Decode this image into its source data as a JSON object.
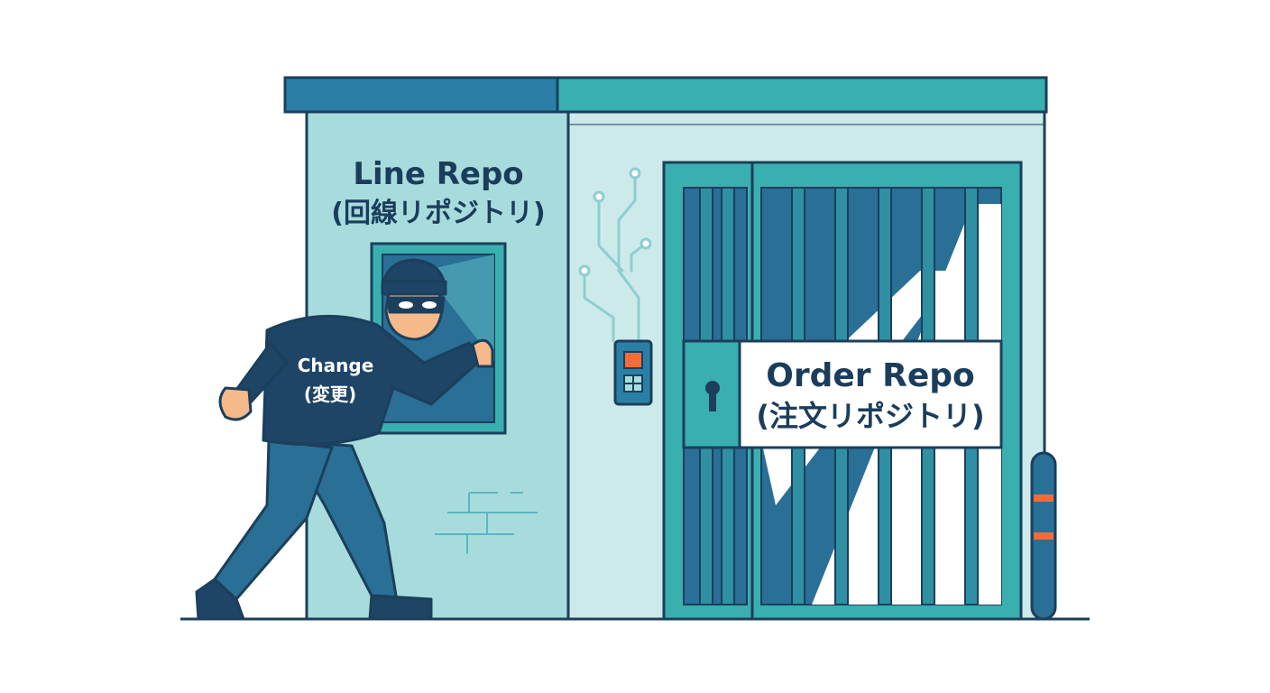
{
  "line_repo": {
    "title": "Line Repo",
    "subtitle": "(回線リポジトリ)"
  },
  "order_repo": {
    "title": "Order Repo",
    "subtitle": "(注文リポジトリ)"
  },
  "burglar": {
    "shirt_title": "Change",
    "shirt_subtitle": "(変更)"
  },
  "colors": {
    "outline": "#1b3f5c",
    "roof_dark": "#2b7fa6",
    "roof_teal": "#3aafb0",
    "wall_left": "#a8dcdc",
    "wall_right": "#cdeaea",
    "gate_frame": "#3aafb0",
    "bars_dark": "#2a6f95",
    "accent_orange": "#f26b38"
  }
}
